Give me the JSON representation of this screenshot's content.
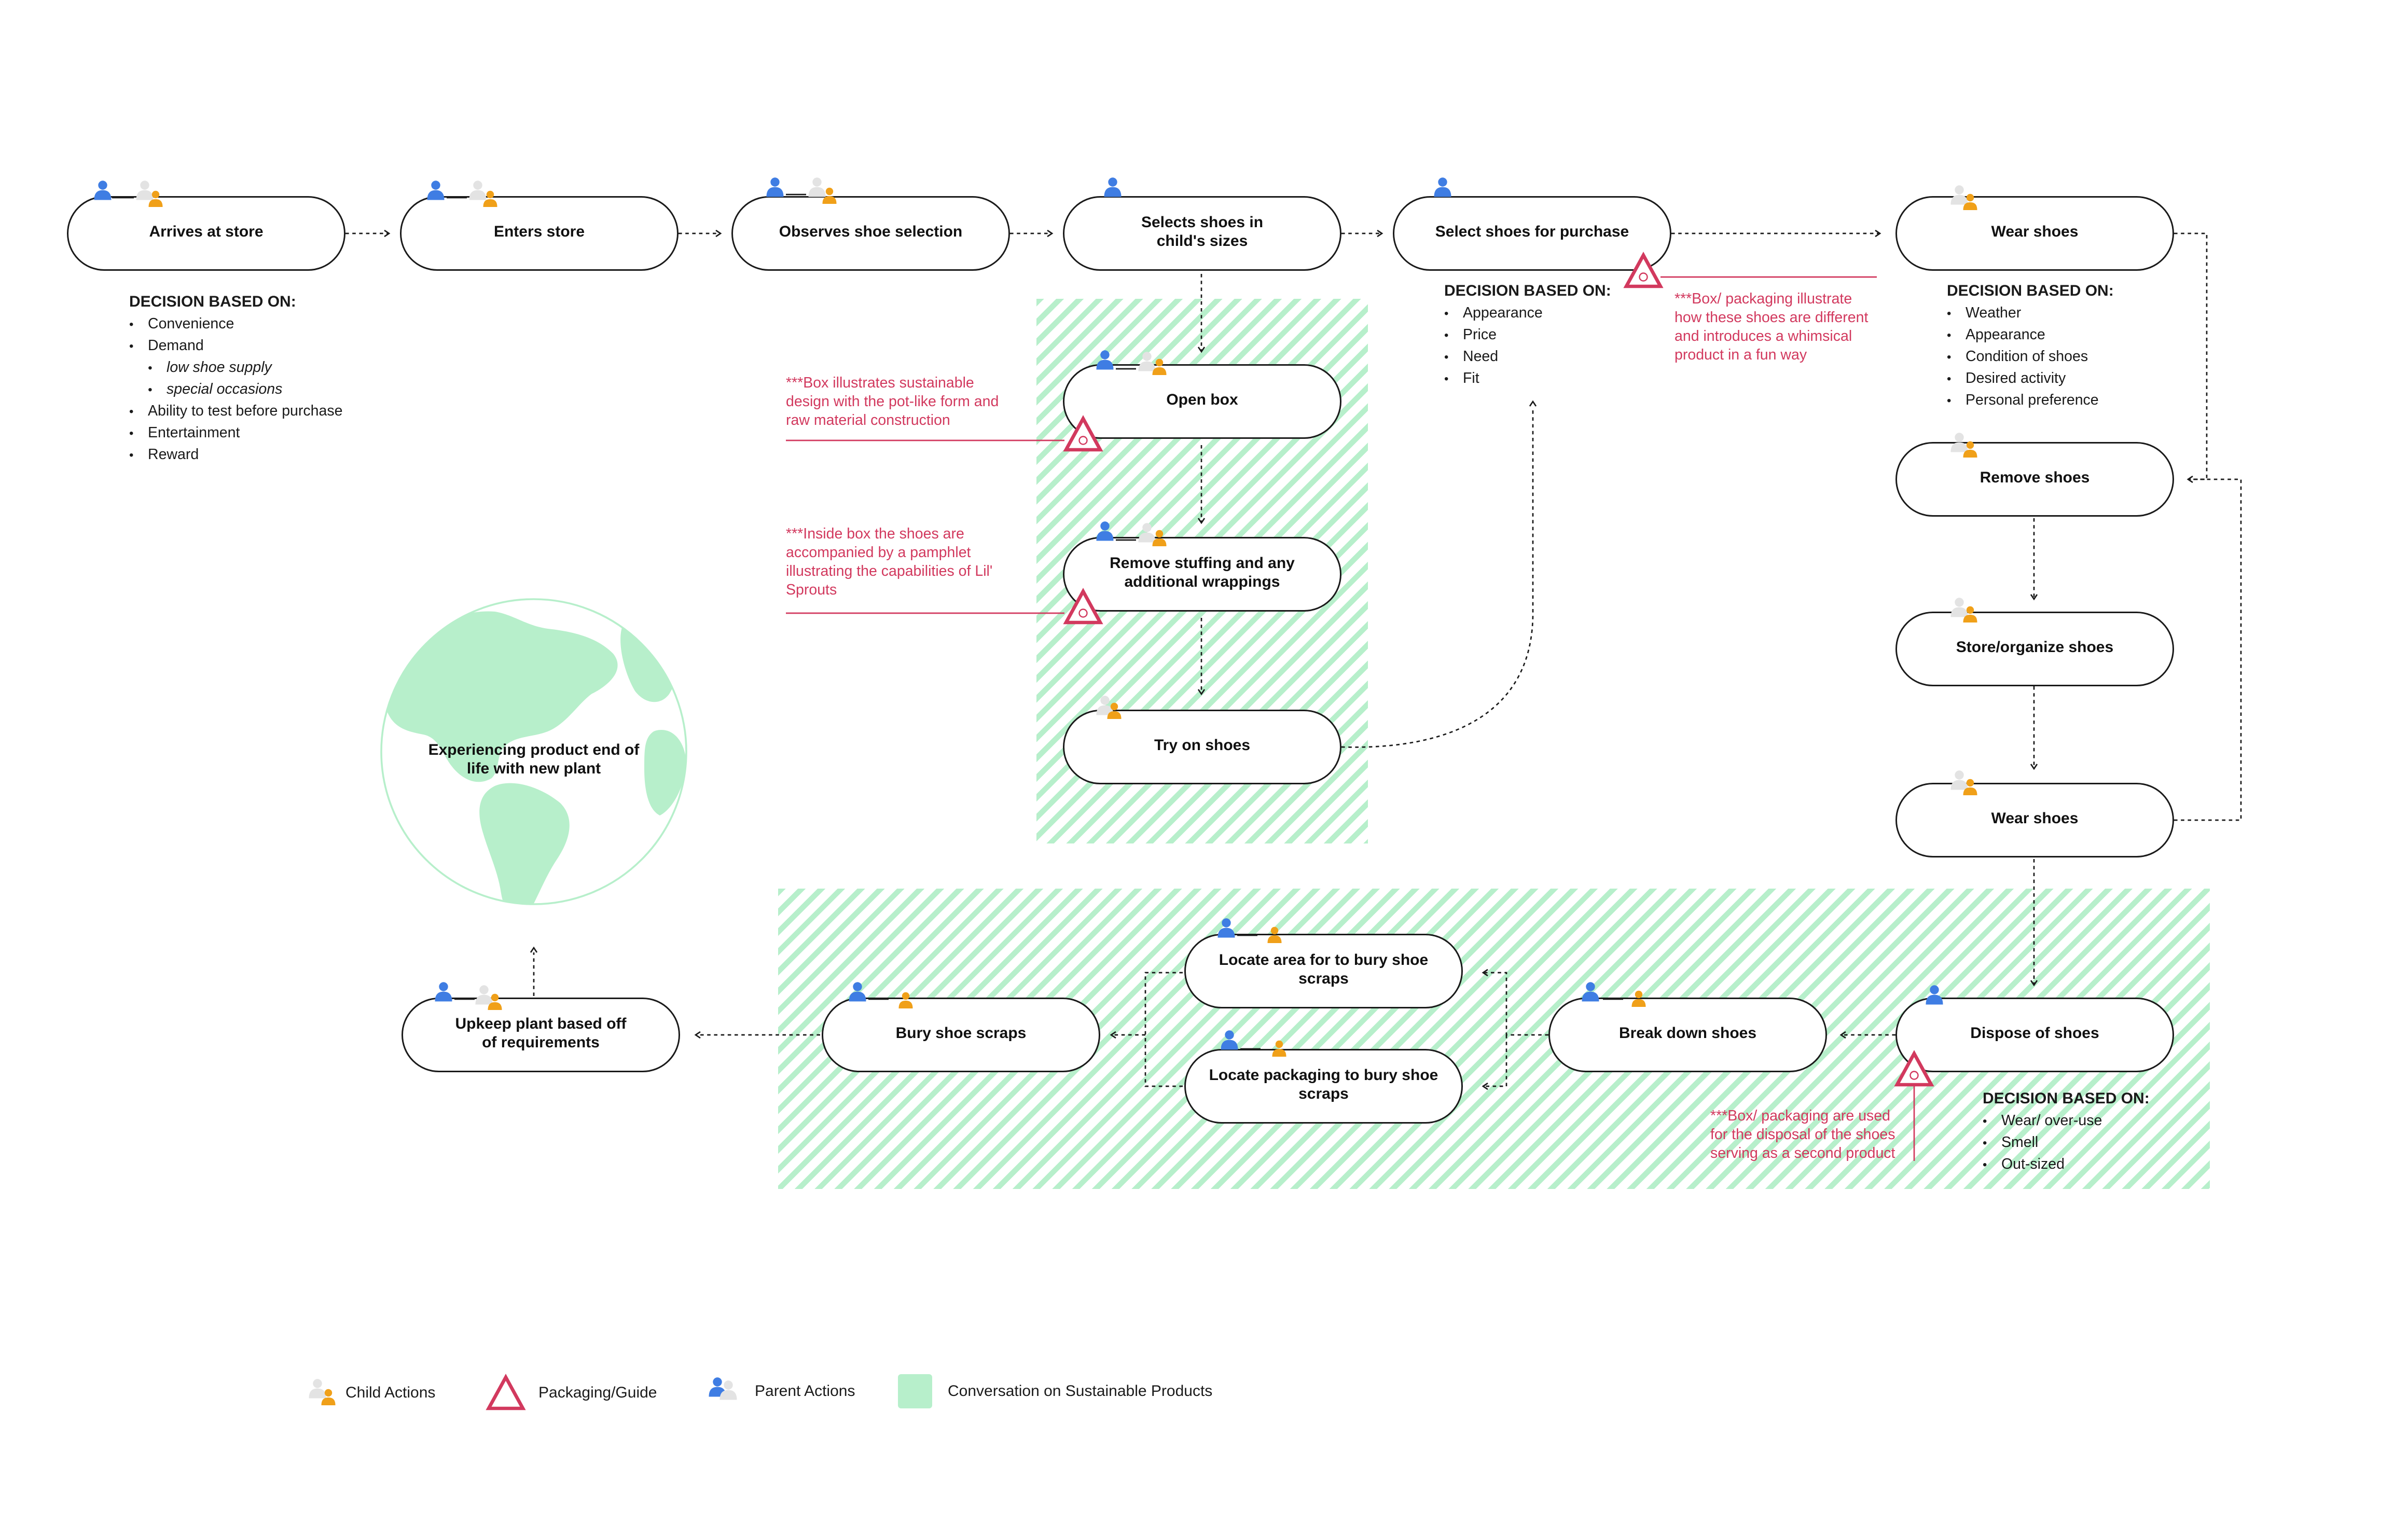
{
  "colors": {
    "parent": "#3f7de3",
    "child": "#f0a019",
    "ghost": "#e3e3e3",
    "packaging": "#d2395e",
    "green": "#b7efcb",
    "text": "#1a1a1a"
  },
  "nodes": {
    "arrives": "Arrives at store",
    "enters": "Enters store",
    "observes": "Observes shoe selection",
    "selects": "Selects shoes in child's sizes",
    "select_purchase": "Select shoes for purchase",
    "wear1": "Wear shoes",
    "open_box": "Open box",
    "remove_stuffing": "Remove stuffing and any additional wrappings",
    "try_on": "Try on shoes",
    "remove_shoes": "Remove shoes",
    "store": "Store/organize shoes",
    "wear2": "Wear shoes",
    "dispose": "Dispose of shoes",
    "break_down": "Break down shoes",
    "locate_area": "Locate area for to bury shoe scraps",
    "locate_packaging": "Locate packaging to bury shoe scraps",
    "bury": "Bury shoe scraps",
    "upkeep": "Upkeep plant based off of requirements"
  },
  "decisions": {
    "store": {
      "title": "DECISION BASED ON:",
      "items": [
        "Convenience",
        "Demand",
        "Ability to test before purchase",
        "Entertainment",
        "Reward"
      ],
      "demand_sub": [
        "low shoe supply",
        "special occasions"
      ]
    },
    "purchase": {
      "title": "DECISION BASED ON:",
      "items": [
        "Appearance",
        "Price",
        "Need",
        "Fit"
      ]
    },
    "wear": {
      "title": "DECISION BASED ON:",
      "items": [
        "Weather",
        "Appearance",
        "Condition of shoes",
        "Desired activity",
        "Personal preference"
      ]
    },
    "dispose": {
      "title": "DECISION BASED ON:",
      "items": [
        "Wear/ over-use",
        "Smell",
        "Out-sized"
      ]
    }
  },
  "notes": {
    "prefix": "***",
    "box_design": "Box illustrates sustainable design with the pot-like form and raw material construction",
    "pamphlet": "Inside box the shoes are accompanied by a pamphlet illustrating the capabilities of Lil' Sprouts",
    "whimsical": "Box/ packaging illustrate how these shoes are different and introduces a whimsical product in a fun way",
    "disposal": "Box/ packaging are used for the disposal of the shoes serving as a second product"
  },
  "globe_text": "Experiencing product end of life with new plant",
  "legend": {
    "child": "Child Actions",
    "packaging": "Packaging/Guide",
    "parent": "Parent Actions",
    "conversation": "Conversation on Sustainable Products"
  }
}
